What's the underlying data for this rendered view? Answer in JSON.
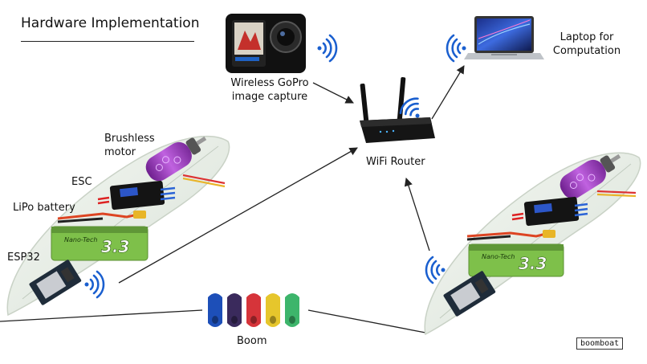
{
  "title": "Hardware Implementation",
  "labels": {
    "gopro": [
      "Wireless GoPro",
      "image capture"
    ],
    "laptop": [
      "Laptop for",
      "Computation"
    ],
    "router": "WiFi Router",
    "motor": [
      "Brushless",
      "motor"
    ],
    "esc": "ESC",
    "battery": "LiPo battery",
    "esp32": "ESP32",
    "boom": "Boom",
    "battery_text": "3.3",
    "battery_brand": "Nano-Tech",
    "brand_mark": "boomboat"
  },
  "colors": {
    "wifi": "#1a5fcf",
    "hull": "#e8eee8",
    "motor": "#a23fbf",
    "battery": "#7ec04a",
    "boom": [
      "#1d4fb8",
      "#3a2a5c",
      "#d6343a",
      "#e6c62c",
      "#3db56b"
    ]
  },
  "icons": [
    "gopro-camera-icon",
    "laptop-icon",
    "router-icon",
    "wifi-icon",
    "boat-icon",
    "motor-icon",
    "esc-icon",
    "battery-icon",
    "esp32-icon",
    "boom-icon"
  ]
}
